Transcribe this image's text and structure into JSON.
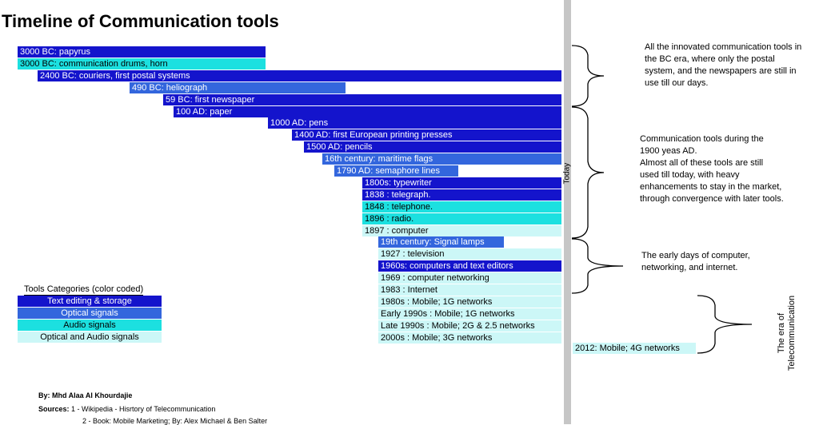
{
  "title": "Timeline of Communication tools",
  "colors": {
    "text_editing": "#1414cc",
    "optical": "#3366dd",
    "audio": "#1ce0e0",
    "optical_audio": "#ccf7f7"
  },
  "timeline": [
    {
      "label": "3000 BC: papyrus",
      "category": "text_editing"
    },
    {
      "label": "3000 BC: communication drums, horn",
      "category": "audio"
    },
    {
      "label": "2400 BC: couriers, first postal systems",
      "category": "text_editing"
    },
    {
      "label": "490 BC: heliograph",
      "category": "optical"
    },
    {
      "label": "59 BC: first newspaper",
      "category": "text_editing"
    },
    {
      "label": "100 AD: paper",
      "category": "text_editing"
    },
    {
      "label": "1000 AD: pens",
      "category": "text_editing"
    },
    {
      "label": "1400 AD: first European printing presses",
      "category": "text_editing"
    },
    {
      "label": "1500 AD: pencils",
      "category": "text_editing"
    },
    {
      "label": "16th century: maritime flags",
      "category": "optical"
    },
    {
      "label": "1790 AD: semaphore lines",
      "category": "optical"
    },
    {
      "label": "1800s: typewriter",
      "category": "text_editing"
    },
    {
      "label": "1838 : telegraph.",
      "category": "text_editing"
    },
    {
      "label": "1848 : telephone.",
      "category": "audio"
    },
    {
      "label": "1896 : radio.",
      "category": "audio"
    },
    {
      "label": "1897 : computer",
      "category": "optical_audio"
    },
    {
      "label": "19th century: Signal lamps",
      "category": "optical"
    },
    {
      "label": "1927 : television",
      "category": "optical_audio"
    },
    {
      "label": "1960s: computers and text editors",
      "category": "text_editing"
    },
    {
      "label": "1969 : computer networking",
      "category": "optical_audio"
    },
    {
      "label": "1983 : Internet",
      "category": "optical_audio"
    },
    {
      "label": "1980s : Mobile; 1G networks",
      "category": "optical_audio"
    },
    {
      "label": "Early 1990s : Mobile; 1G networks",
      "category": "optical_audio"
    },
    {
      "label": "Late 1990s : Mobile; 2G & 2.5 networks",
      "category": "optical_audio"
    },
    {
      "label": "2000s : Mobile; 3G networks",
      "category": "optical_audio"
    },
    {
      "label": "2012: Mobile; 4G networks",
      "category": "optical_audio"
    }
  ],
  "legend": {
    "title": "Tools Categories (color coded)",
    "items": [
      {
        "label": "Text editing & storage",
        "category": "text_editing"
      },
      {
        "label": "Optical signals",
        "category": "optical"
      },
      {
        "label": "Audio signals",
        "category": "audio"
      },
      {
        "label": "Optical and Audio signals",
        "category": "optical_audio"
      }
    ]
  },
  "today_label": "Today",
  "notes": [
    "All the innovated communication tools in the BC era, where only the postal system, and the newspapers are still in use till our days.",
    "Communication tools during the 1900 yeas AD.\nAlmost all of these tools are still used till today, with heavy enhancements to stay in the market, through convergence with later tools.",
    "The early days of computer, networking, and internet."
  ],
  "telecom_label": "The era of Telecommunication",
  "footer": {
    "by": "By: Mhd Alaa Al Khourdajie",
    "sources_label": "Sources:",
    "source1": "1 - Wikipedia - Hisrtory of Telecommunication",
    "source2": "2 - Book: Mobile Marketing; By: Alex Michael & Ben Salter"
  }
}
